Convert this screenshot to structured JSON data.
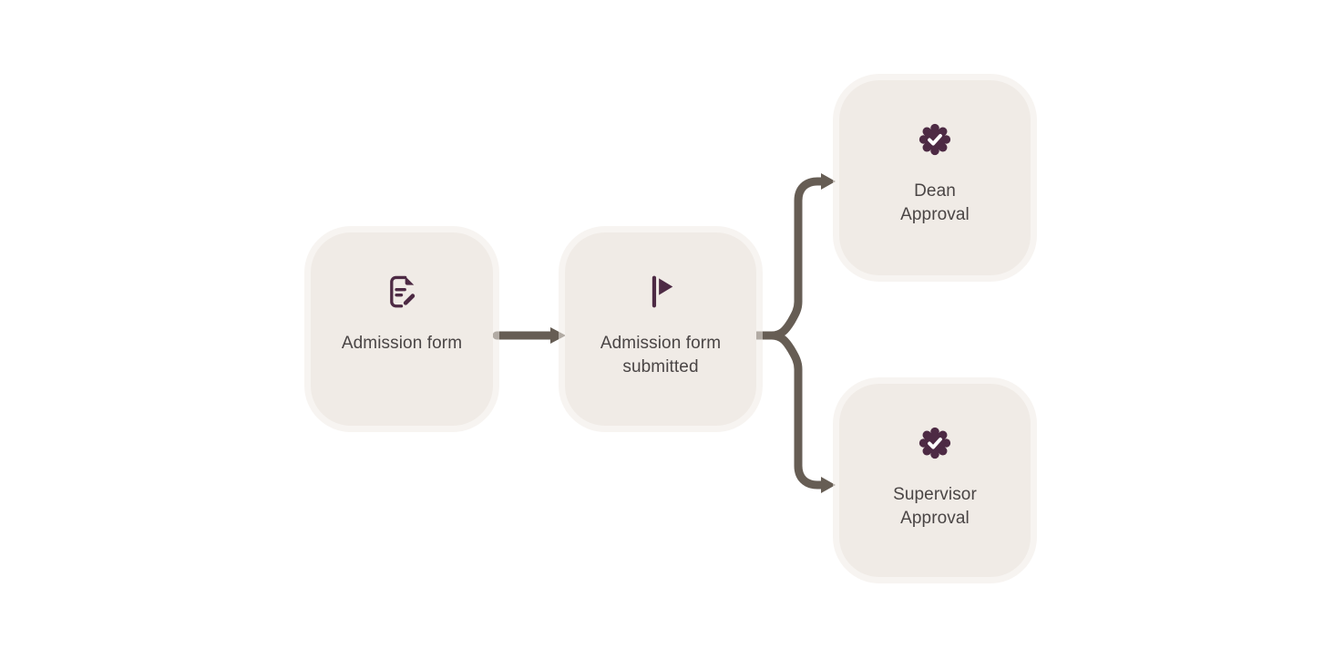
{
  "diagram": {
    "type": "workflow-flowchart",
    "background_color": "#ffffff",
    "node_fill_color": "#f0ebe6",
    "icon_color": "#4d2a44",
    "label_color": "#4a4545",
    "connector_color": "#665d54",
    "nodes": [
      {
        "id": "admission-form",
        "icon": "document-edit-icon",
        "lines": [
          "Admission form"
        ]
      },
      {
        "id": "admission-form-submitted",
        "icon": "flag-icon",
        "lines": [
          "Admission form",
          "submitted"
        ]
      },
      {
        "id": "dean-approval",
        "icon": "approval-badge-icon",
        "lines": [
          "Dean",
          "Approval"
        ]
      },
      {
        "id": "supervisor-approval",
        "icon": "approval-badge-icon",
        "lines": [
          "Supervisor",
          "Approval"
        ]
      }
    ],
    "edges": [
      {
        "from": "admission-form",
        "to": "admission-form-submitted"
      },
      {
        "from": "admission-form-submitted",
        "to": "dean-approval"
      },
      {
        "from": "admission-form-submitted",
        "to": "supervisor-approval"
      }
    ]
  }
}
